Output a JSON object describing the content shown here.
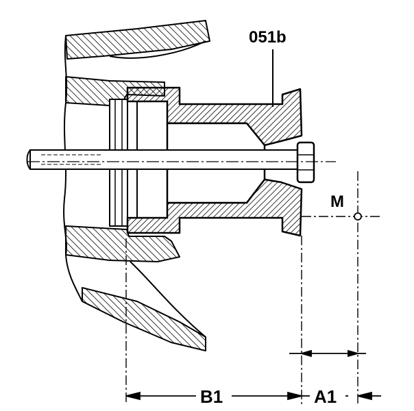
{
  "labels": {
    "part_number": "051b",
    "point": "M",
    "dim_b": "B1",
    "dim_a": "A1"
  },
  "colors": {
    "ink": "#000000",
    "paper": "#ffffff"
  }
}
